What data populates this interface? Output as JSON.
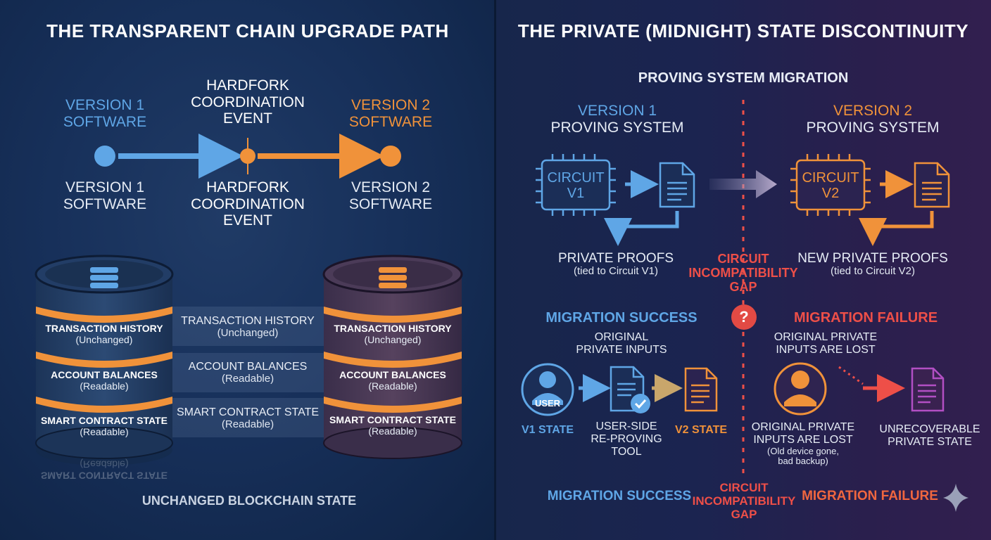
{
  "left": {
    "title": "THE TRANSPARENT CHAIN UPGRADE PATH",
    "top": {
      "v1_line1": "VERSION 1",
      "v1_line2": "SOFTWARE",
      "hf_line1": "HARDFORK",
      "hf_line2": "COORDINATION",
      "hf_line3": "EVENT",
      "v2_line1": "VERSION 2",
      "v2_line2": "SOFTWARE"
    },
    "bottom": {
      "v1_line1": "VERSION 1",
      "v1_line2": "SOFTWARE",
      "hf_line1": "HARDFORK",
      "hf_line2": "COORDINATION",
      "hf_line3": "EVENT",
      "v2_line1": "VERSION 2",
      "v2_line2": "SOFTWARE"
    },
    "layers": [
      {
        "label": "TRANSACTION HISTORY",
        "sub": "(Unchanged)"
      },
      {
        "label": "ACCOUNT BALANCES",
        "sub": "(Readable)"
      },
      {
        "label": "SMART CONTRACT STATE",
        "sub": "(Readable)"
      }
    ],
    "reflection": {
      "label": "SMART CONTRACT STATE",
      "sub": "(Readable)"
    },
    "footer": "UNCHANGED BLOCKCHAIN STATE"
  },
  "right": {
    "title": "THE PRIVATE (MIDNIGHT) STATE DISCONTINUITY",
    "subtitle": "PROVING SYSTEM MIGRATION",
    "v1_line1": "VERSION 1",
    "v1_line2": "PROVING SYSTEM",
    "v2_line1": "VERSION 2",
    "v2_line2": "PROVING SYSTEM",
    "circuit1_line1": "CIRCUIT",
    "circuit1_line2": "V1",
    "circuit2_line1": "CIRCUIT",
    "circuit2_line2": "V2",
    "proofs1": "PRIVATE PROOFS",
    "proofs1_sub": "(tied to Circuit V1)",
    "proofs2": "NEW PRIVATE PROOFS",
    "proofs2_sub": "(tied to Circuit V2)",
    "gap_line1": "CIRCUIT",
    "gap_line2": "INCOMPATIBILITY",
    "gap_line3": "GAP",
    "question": "?",
    "success_title": "MIGRATION SUCCESS",
    "success_inputs1": "ORIGINAL",
    "success_inputs2": "PRIVATE INPUTS",
    "user_text": "USER",
    "v1_state": "V1 STATE",
    "tool_line1": "USER-SIDE",
    "tool_line2": "RE-PROVING",
    "tool_line3": "TOOL",
    "v2_state": "V2 STATE",
    "failure_title": "MIGRATION FAILURE",
    "lost_top1": "ORIGINAL PRIVATE",
    "lost_top2": "INPUTS ARE LOST",
    "lost_bottom1": "ORIGINAL PRIVATE",
    "lost_bottom2": "INPUTS ARE LOST",
    "lost_note1": "(Old device gone,",
    "lost_note2": "bad backup)",
    "unrec1": "UNRECOVERABLE",
    "unrec2": "PRIVATE STATE",
    "footer_success": "MIGRATION SUCCESS",
    "footer_gap1": "CIRCUIT",
    "footer_gap2": "INCOMPATIBILITY",
    "footer_gap3": "GAP",
    "footer_failure": "MIGRATION FAILURE"
  },
  "colors": {
    "blue": "#5fa6e6",
    "orange": "#f0923a",
    "red": "#ee4f48",
    "purple": "#b24fc4"
  }
}
